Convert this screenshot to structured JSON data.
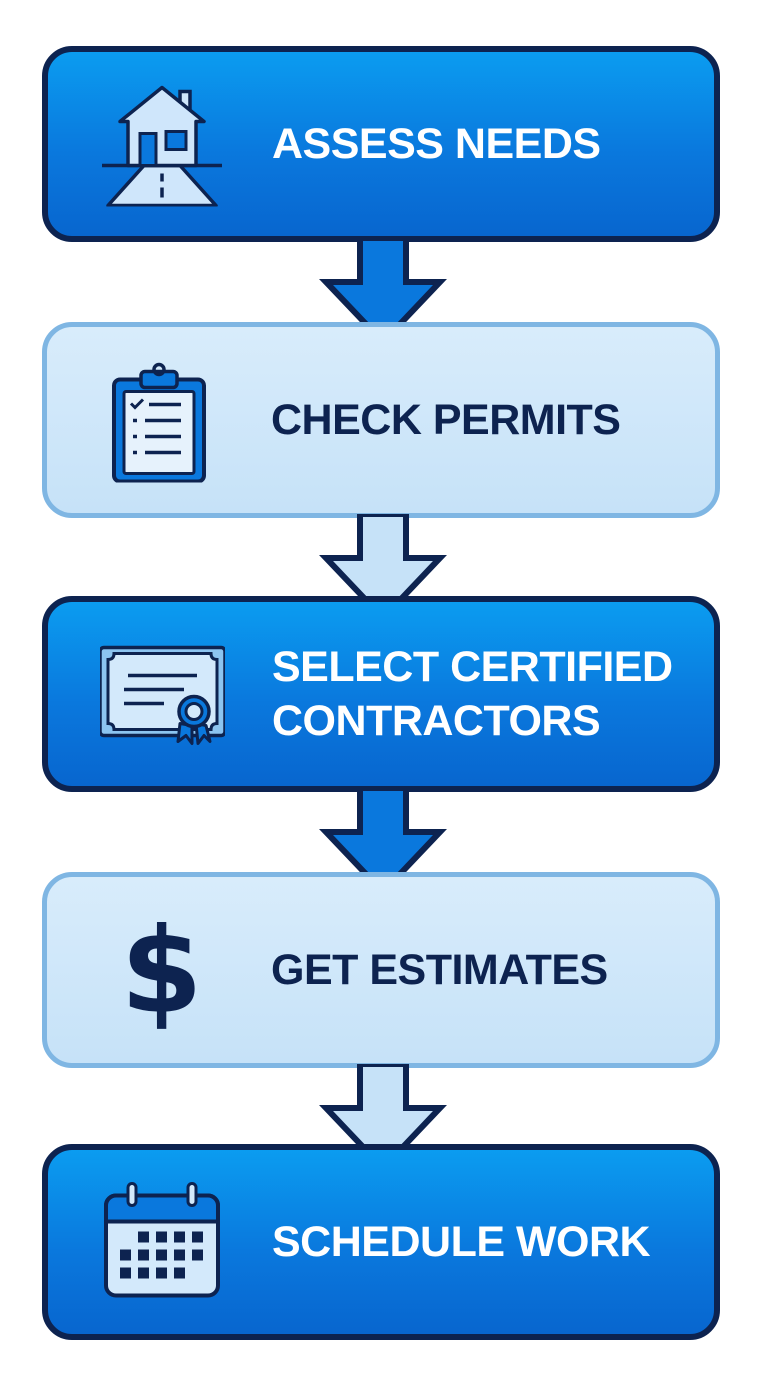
{
  "steps": [
    {
      "label": "ASSESS NEEDS",
      "icon": "house-icon",
      "style": "dark"
    },
    {
      "label": "CHECK PERMITS",
      "icon": "clipboard-checklist-icon",
      "style": "light"
    },
    {
      "label": "SELECT CERTIFIED\nCONTRACTORS",
      "icon": "certificate-icon",
      "style": "dark"
    },
    {
      "label": "GET ESTIMATES",
      "icon": "dollar-icon",
      "style": "light",
      "glyph": "$"
    },
    {
      "label": "SCHEDULE WORK",
      "icon": "calendar-icon",
      "style": "dark"
    }
  ],
  "colors": {
    "dark_fill": "#0a78dd",
    "light_fill": "#c6e2f8",
    "outline": "#0d2350",
    "light_border": "#7fb6e3"
  }
}
